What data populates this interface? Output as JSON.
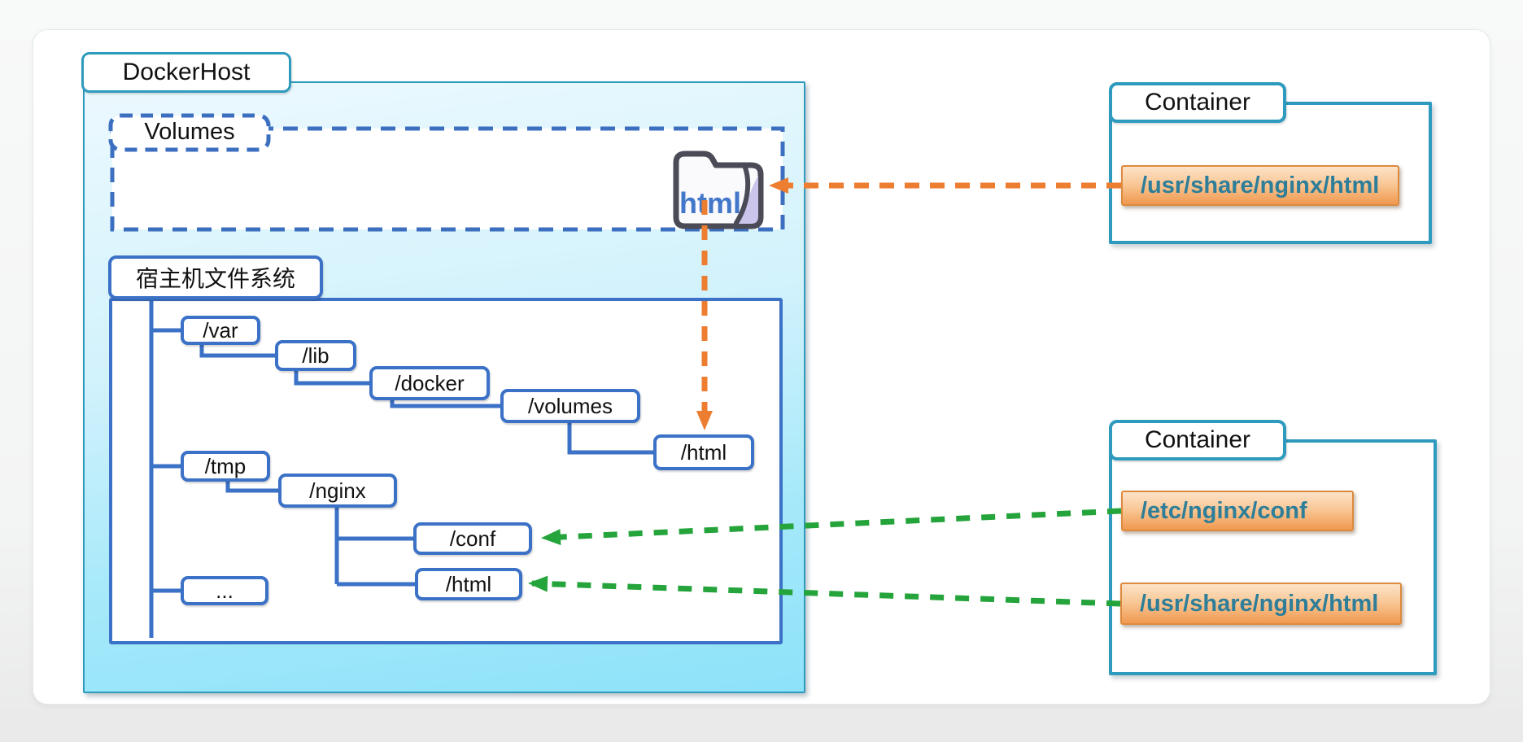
{
  "colors": {
    "teal_border": "#2E9BBE",
    "tree_blue": "#3B71C6",
    "volume_dash_blue": "#3D6FC0",
    "orange": "#ED7D31",
    "green": "#25A43B",
    "folder_label_blue": "#4377C9",
    "path_text_teal": "#2E7E99",
    "host_fill_top": "#ECF9FE",
    "host_fill_bottom": "#8DE2F9"
  },
  "docker_host": {
    "label": "DockerHost",
    "volumes": {
      "label": "Volumes",
      "volume_folder": "html"
    },
    "host_fs": {
      "label": "宿主机文件系统",
      "nodes": [
        {
          "label": "/var"
        },
        {
          "label": "/lib"
        },
        {
          "label": "/docker"
        },
        {
          "label": "/volumes"
        },
        {
          "label": "/html"
        },
        {
          "label": "/tmp"
        },
        {
          "label": "/nginx"
        },
        {
          "label": "/conf"
        },
        {
          "label": "/html"
        },
        {
          "label": "..."
        }
      ]
    }
  },
  "containers": [
    {
      "label": "Container",
      "paths": [
        "/usr/share/nginx/html"
      ]
    },
    {
      "label": "Container",
      "paths": [
        "/etc/nginx/conf",
        "/usr/share/nginx/html"
      ]
    }
  ],
  "connections": [
    {
      "from": "container-1:/usr/share/nginx/html",
      "to": "volume:html",
      "style": "orange-dashed"
    },
    {
      "from": "volume:html",
      "to": "/var/lib/docker/volumes/html",
      "style": "orange-dashed"
    },
    {
      "from": "container-2:/etc/nginx/conf",
      "to": "/tmp/nginx/conf",
      "style": "green-dashed"
    },
    {
      "from": "container-2:/usr/share/nginx/html",
      "to": "/tmp/nginx/html",
      "style": "green-dashed"
    }
  ]
}
